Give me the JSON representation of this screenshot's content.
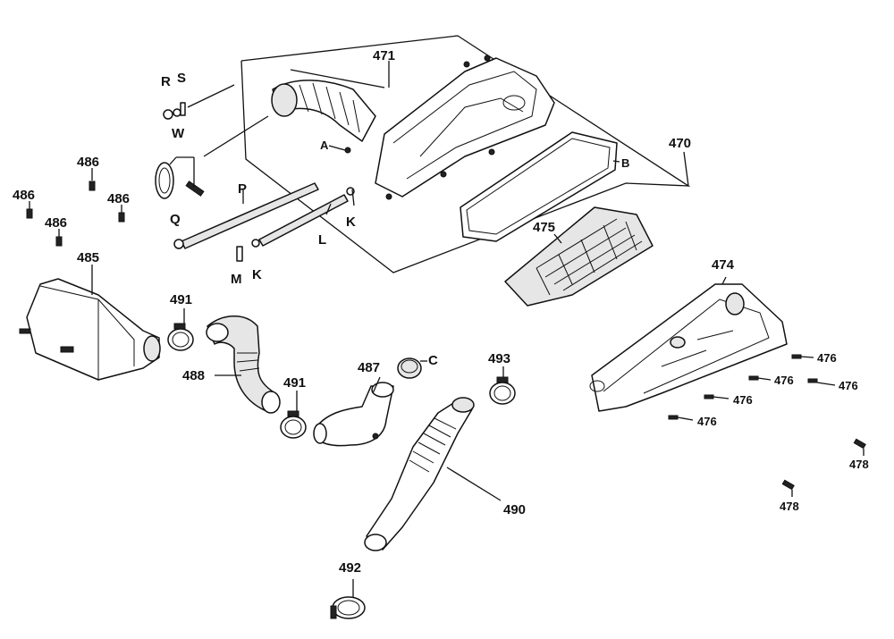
{
  "labels": {
    "p471": "471",
    "p470": "470",
    "p475": "475",
    "p474": "474",
    "p476": "476",
    "p478": "478",
    "p485": "485",
    "p486": "486",
    "p487": "487",
    "p488": "488",
    "p490": "490",
    "p491": "491",
    "p492": "492",
    "p493": "493",
    "A": "A",
    "B": "B",
    "C": "C",
    "K": "K",
    "L": "L",
    "M": "M",
    "P": "P",
    "Q": "Q",
    "R": "R",
    "S": "S",
    "W": "W"
  }
}
